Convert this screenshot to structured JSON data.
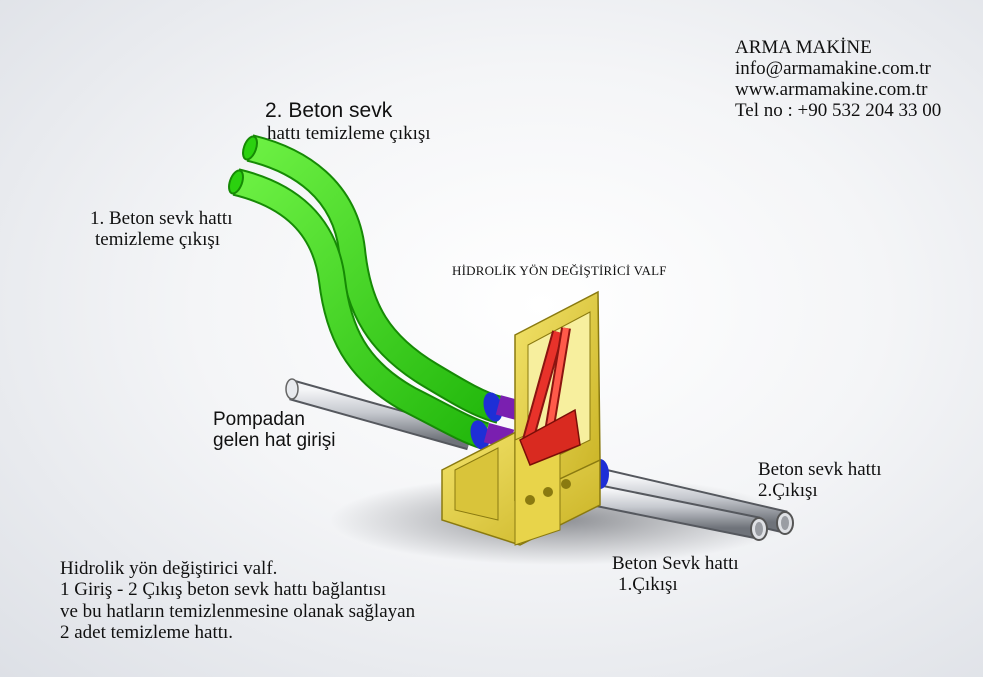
{
  "company": {
    "name": "ARMA MAKİNE",
    "email": "info@armamakine.com.tr",
    "web": "www.armamakine.com.tr",
    "phone": "Tel no : +90 532 204 33 00"
  },
  "labels": {
    "cleanout2_line1": "2. Beton sevk",
    "cleanout2_line2": "hattı temizleme çıkışı",
    "cleanout1_line1": "1. Beton sevk hattı",
    "cleanout1_line2": "temizleme çıkışı",
    "valve_title": "HİDROLİK YÖN DEĞİŞTİRİCİ VALF",
    "inlet_line1": "Pompadan",
    "inlet_line2": "gelen hat girişi",
    "outlet2_line1": "Beton sevk hattı",
    "outlet2_line2": "2.Çıkışı",
    "outlet1_line1": "Beton Sevk hattı",
    "outlet1_line2": "1.Çıkışı"
  },
  "description": [
    "Hidrolik yön değiştirici valf.",
    "1 Giriş - 2 Çıkış beton sevk hattı bağlantısı",
    "ve bu hatların temizlenmesine olanak sağlayan",
    "2 adet temizleme hattı."
  ],
  "colors": {
    "cleanout_pipe": "#33dd11",
    "frame": "#e7d23c",
    "cylinder": "#e8322a",
    "flange": "#1e2fd6",
    "coupling": "#7a1fb0",
    "steel_pipe": "#c9ccd1"
  }
}
